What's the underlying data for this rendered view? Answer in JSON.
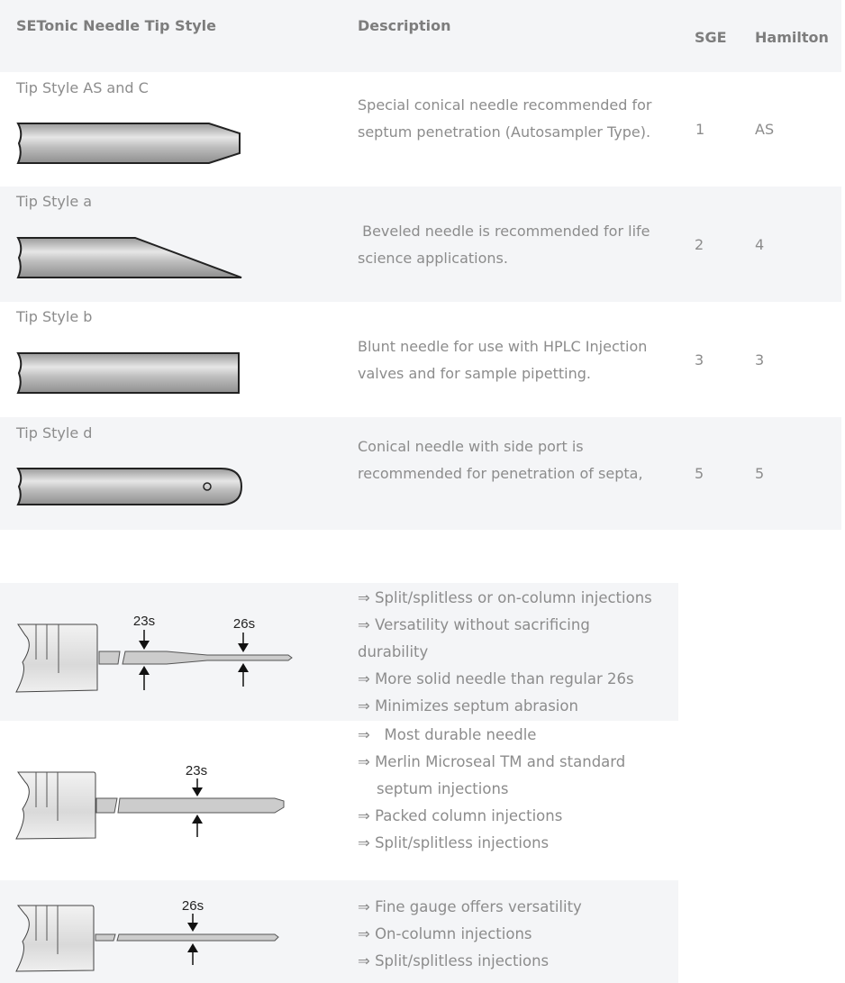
{
  "table": {
    "headers": {
      "tip_style": "SETonic Needle Tip Style",
      "description": "Description",
      "sge": "SGE",
      "hamilton": "Hamilton"
    },
    "rows": [
      {
        "tip": "Tip Style AS and C",
        "desc_lines": [
          "Special conical needle recommended for",
          "septum penetration (Autosampler Type)."
        ],
        "sge": "1",
        "hamilton": "AS",
        "icon": "conical-needle-icon"
      },
      {
        "tip": "Tip Style a",
        "desc_lines": [
          " Beveled needle is recommended for life",
          "science applications."
        ],
        "sge": "2",
        "hamilton": "4",
        "icon": "beveled-needle-icon"
      },
      {
        "tip": "Tip Style b",
        "desc_lines": [
          "Blunt needle for use with HPLC Injection",
          "valves and for sample pipetting."
        ],
        "sge": "3",
        "hamilton": "3",
        "icon": "blunt-needle-icon"
      },
      {
        "tip": "Tip Style d",
        "desc_lines": [
          "Conical needle with side port is",
          "recommended for penetration of septa,"
        ],
        "sge": "5",
        "hamilton": "5",
        "icon": "side-port-needle-icon"
      }
    ]
  },
  "gauges": [
    {
      "labels": [
        "23s",
        "26s"
      ],
      "lines": [
        "⇒  Split/splitless or on-column injections",
        "⇒  Versatility without sacrificing",
        "durability",
        "⇒  More solid needle than regular 26s",
        "⇒  Minimizes septum abrasion"
      ]
    },
    {
      "labels": [
        "23s"
      ],
      "lines": [
        "⇒   Most durable needle",
        "⇒  Merlin Microseal TM and standard",
        "    septum injections",
        "⇒  Packed column injections",
        "⇒  Split/splitless injections"
      ]
    },
    {
      "labels": [
        "26s"
      ],
      "lines": [
        "⇒  Fine gauge offers versatility",
        "⇒  On-column injections",
        "⇒  Split/splitless injections"
      ]
    }
  ]
}
